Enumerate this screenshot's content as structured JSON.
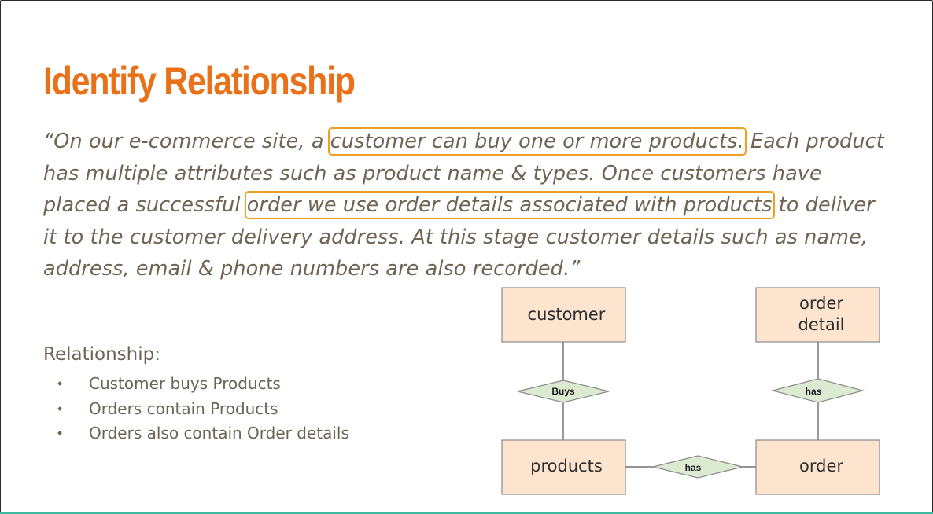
{
  "slide": {
    "title": "Identify Relationship",
    "quote": {
      "line1_pre": "“On our e-commerce site, a ",
      "line1_highlight": "customer can buy one or more products.",
      "line1_post": " Each product",
      "line2": "has multiple attributes such as product name & types. Once customers have",
      "line3_pre": "placed a successful ",
      "line3_highlight": "order we use order details associated with products",
      "line3_post": " to deliver",
      "line4": "it to the customer delivery address. At this stage customer details such as name,",
      "line5": "address, email & phone numbers are also recorded.”"
    },
    "relationship": {
      "heading": "Relationship:",
      "items": [
        "Customer buys Products",
        "Orders contain Products",
        "Orders also contain Order details"
      ]
    }
  },
  "diagram": {
    "colors": {
      "entity_fill": "#fce4cf",
      "entity_stroke": "#8a8a8a",
      "relation_fill": "#dcead2",
      "relation_stroke": "#8a8a8a",
      "line": "#555555",
      "highlight": "#f0a020",
      "title": "#e8711a",
      "text": "#6b6354"
    },
    "entities": {
      "customer": "customer",
      "order_detail_line1": "order",
      "order_detail_line2": "detail",
      "products": "products",
      "order": "order"
    },
    "relations": {
      "buys": "Buys",
      "has_order_detail": "has",
      "has_products_order": "has"
    }
  }
}
